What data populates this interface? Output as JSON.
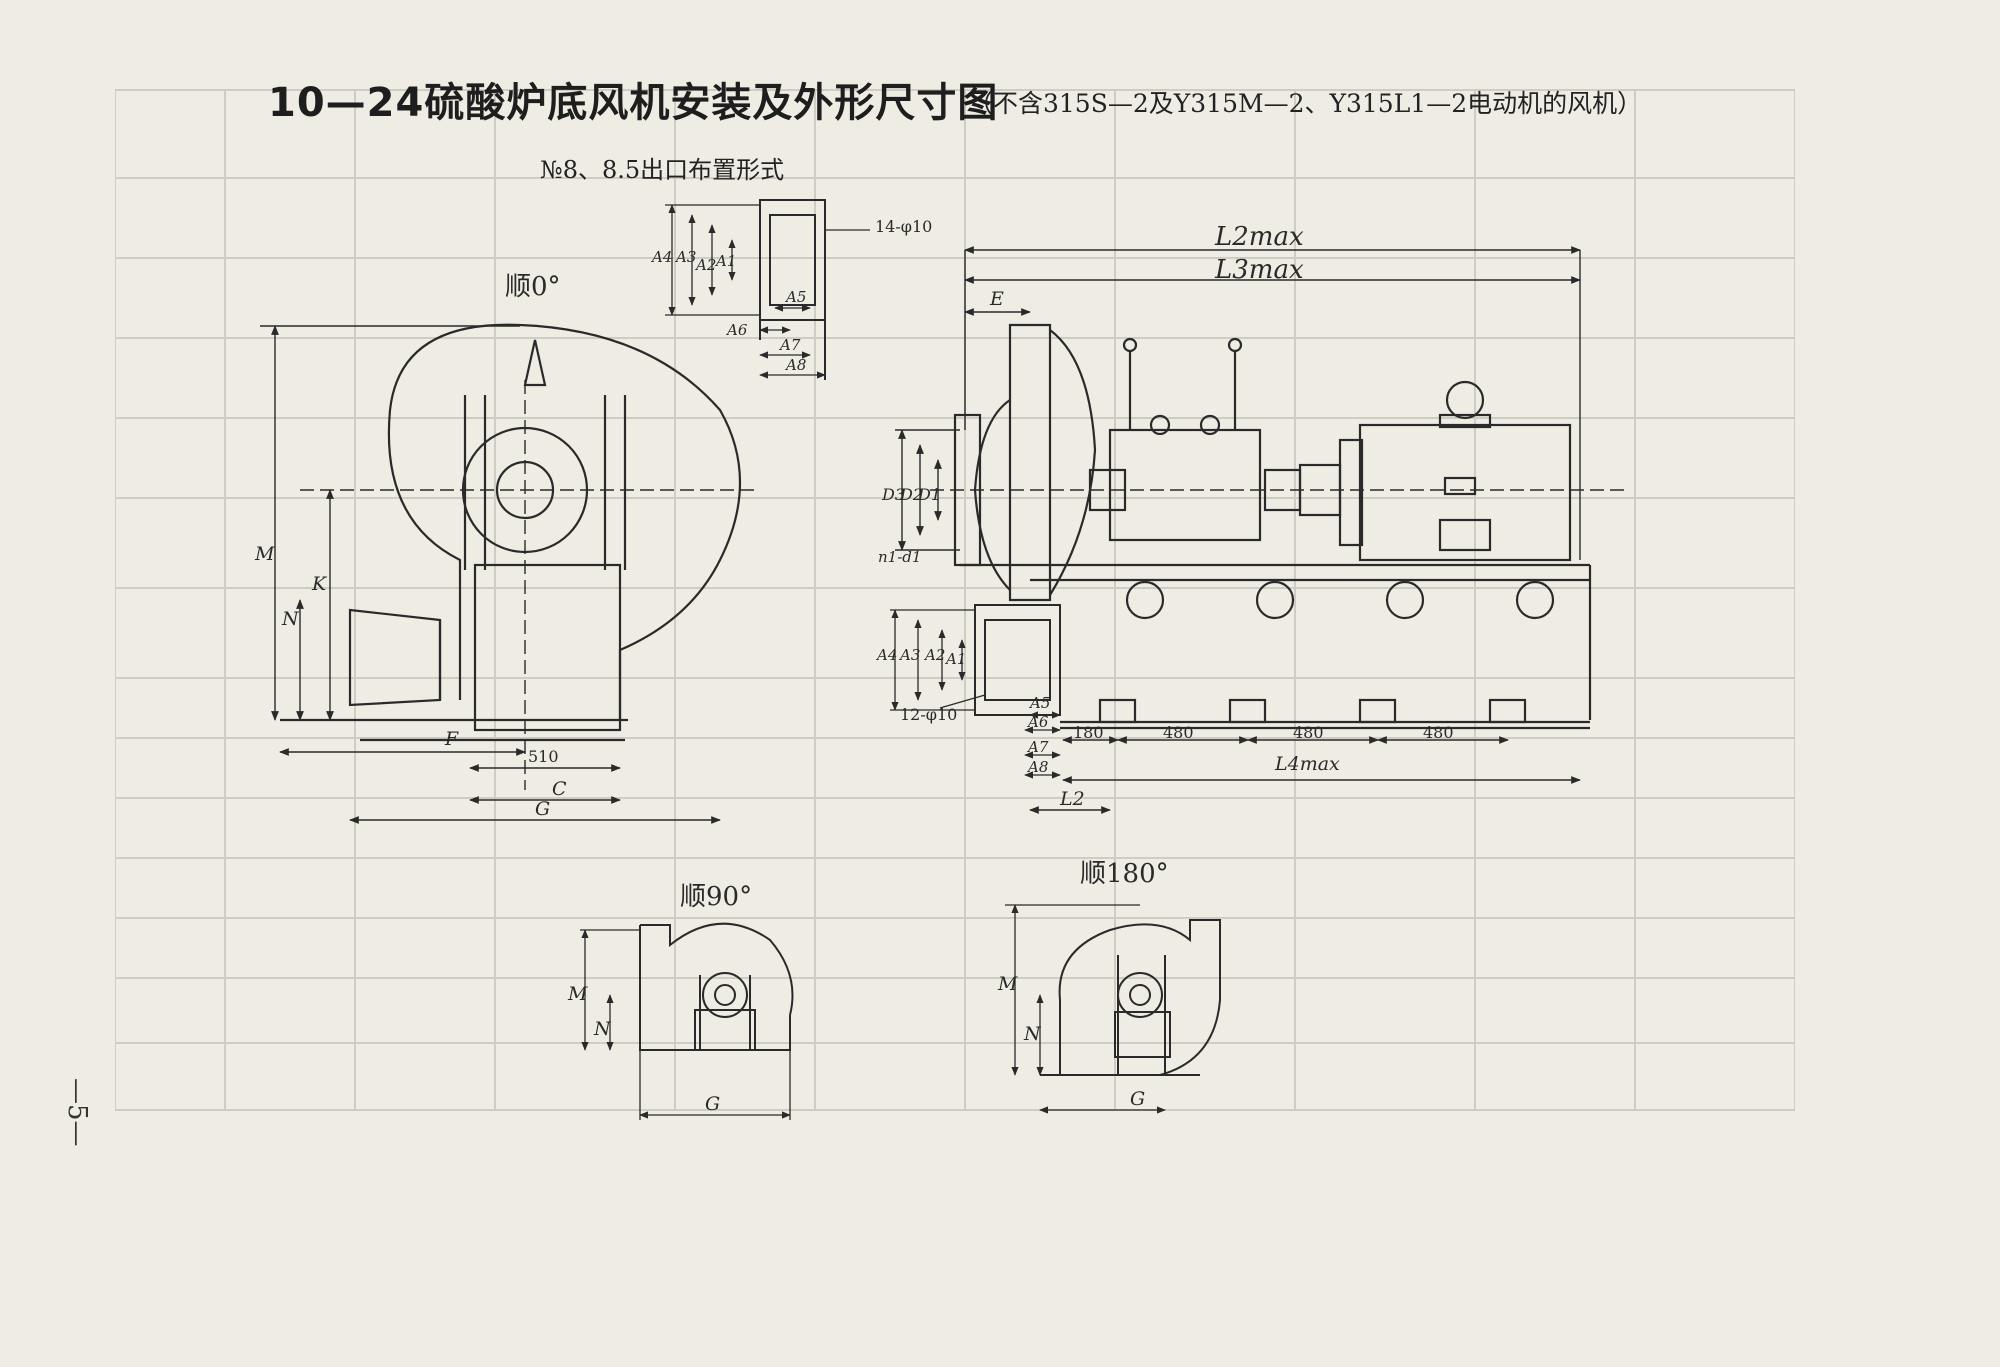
{
  "title": "10—24硫酸炉底风机安装及外形尺寸图",
  "subtitle": "（不含315S—2及Y315M—2、Y315L1—2电动机的风机）",
  "caption": "№8、8.5出口布置形式",
  "page_number": "—5—",
  "views": {
    "front": {
      "rotation": "顺0°",
      "labels": {
        "M": "M",
        "N": "N",
        "K": "K",
        "F": "F",
        "C": "C",
        "G": "G"
      },
      "dim_510": "510"
    },
    "rotation_90": {
      "rotation": "顺90°",
      "labels": {
        "M": "M",
        "N": "N",
        "G": "G"
      }
    },
    "rotation_180": {
      "rotation": "顺180°",
      "labels": {
        "M": "M",
        "N": "N",
        "G": "G"
      }
    },
    "outlet_flange": {
      "holes": "14-φ10",
      "labels": [
        "A4",
        "A3",
        "A2",
        "A1",
        "A5",
        "A6",
        "A7",
        "A8"
      ]
    },
    "inlet_flange": {
      "holes": "12-φ10",
      "labels": [
        "A4",
        "A3",
        "A2",
        "A1",
        "A5",
        "A6",
        "A7",
        "A8"
      ]
    },
    "side": {
      "labels": {
        "L2max": "L2max",
        "L3max": "L3max",
        "E": "E",
        "D3": "D3",
        "D2": "D2",
        "D1": "D1",
        "n1d1": "n1-d1",
        "L4max": "L4max",
        "L2": "L2"
      },
      "spacings": [
        "180",
        "480",
        "480",
        "480"
      ]
    }
  },
  "colors": {
    "paper": "#efece3",
    "ink": "#2a2a2a",
    "ghost": "#c9c6bd"
  }
}
